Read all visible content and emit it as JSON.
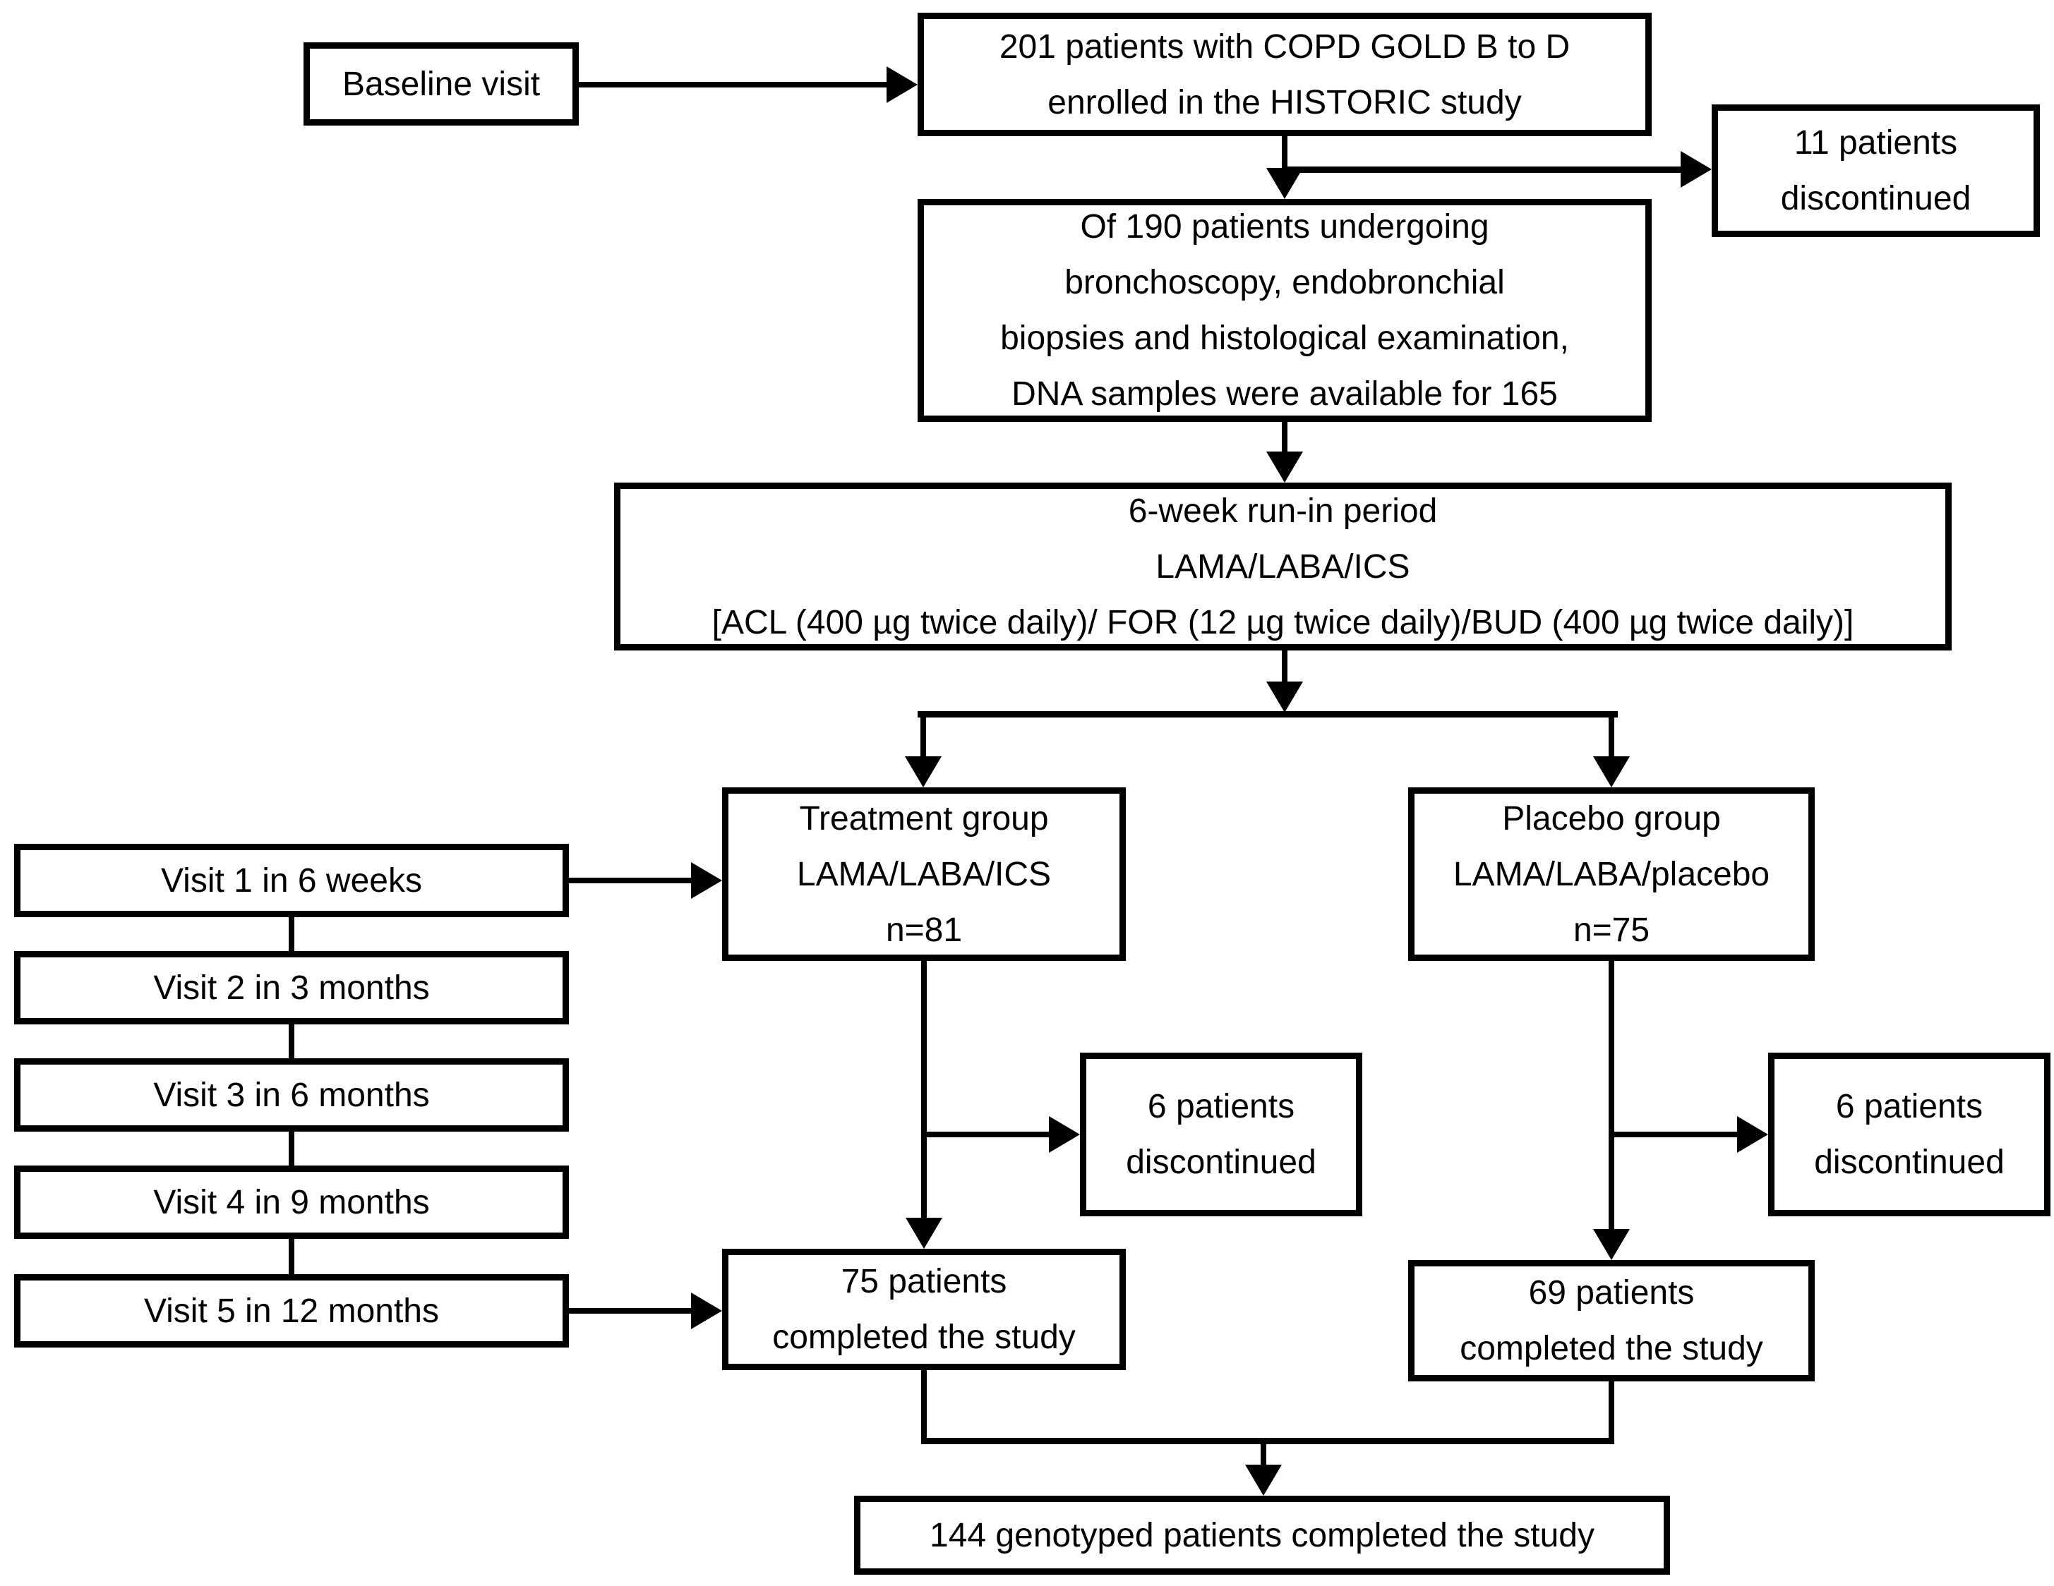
{
  "diagram": {
    "type": "flowchart",
    "background_color": "#ffffff",
    "line_color": "#000000",
    "nodes": {
      "baseline": {
        "lines": [
          "Baseline visit"
        ]
      },
      "enrolled": {
        "lines": [
          "201 patients with COPD GOLD B to D",
          "enrolled in the HISTORIC study"
        ]
      },
      "discontinued_11": {
        "lines": [
          "11 patients",
          "discontinued"
        ]
      },
      "dna": {
        "lines": [
          "Of 190 patients undergoing",
          "bronchoscopy, endobronchial",
          "biopsies and histological examination,",
          "DNA samples were available for 165"
        ]
      },
      "run_in": {
        "lines": [
          "6-week run-in period",
          "LAMA/LABA/ICS",
          "[ACL (400 µg twice daily)/ FOR (12 µg twice daily)/BUD (400 µg twice daily)]"
        ]
      },
      "treatment": {
        "lines": [
          "Treatment group",
          "LAMA/LABA/ICS",
          "n=81"
        ]
      },
      "placebo": {
        "lines": [
          "Placebo group",
          "LAMA/LABA/placebo",
          "n=75"
        ]
      },
      "visit1": {
        "lines": [
          "Visit 1 in 6 weeks"
        ]
      },
      "visit2": {
        "lines": [
          "Visit 2 in 3 months"
        ]
      },
      "visit3": {
        "lines": [
          "Visit 3 in 6 months"
        ]
      },
      "visit4": {
        "lines": [
          "Visit 4 in 9 months"
        ]
      },
      "visit5": {
        "lines": [
          "Visit 5 in 12 months"
        ]
      },
      "discontinued_6_treatment": {
        "lines": [
          "6 patients",
          "discontinued"
        ]
      },
      "discontinued_6_placebo": {
        "lines": [
          "6 patients",
          "discontinued"
        ]
      },
      "completed_75": {
        "lines": [
          "75 patients",
          "completed the study"
        ]
      },
      "completed_69": {
        "lines": [
          "69 patients",
          "completed the study"
        ]
      },
      "genotyped_144": {
        "lines": [
          "144 genotyped patients completed the study"
        ]
      }
    }
  }
}
